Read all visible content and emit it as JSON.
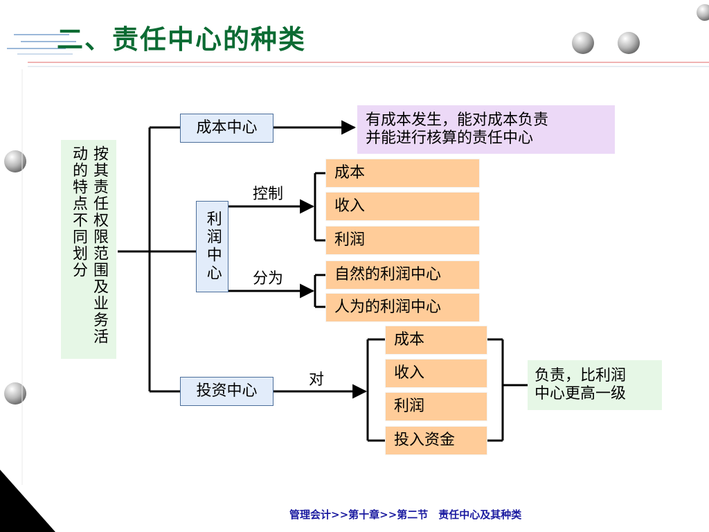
{
  "slide": {
    "title": "二、责任中心的种类",
    "footer": "管理会计>>第十章>>第二节　责任中心及其种类"
  },
  "diagram": {
    "root": "按其责任权限范围及业务活动的特点不同划分",
    "cost_center": {
      "label": "成本中心",
      "description_line1": "有成本发生，能对成本负责",
      "description_line2": "并能进行核算的责任中心"
    },
    "profit_center": {
      "label": "利润中心",
      "control_label": "控制",
      "control_items": [
        "成本",
        "收入",
        "利润"
      ],
      "split_label": "分为",
      "split_items": [
        "自然的利润中心",
        "人为的利润中心"
      ]
    },
    "investment_center": {
      "label": "投资中心",
      "to_label": "对",
      "items": [
        "成本",
        "收入",
        "利润",
        "投入资金"
      ],
      "note_line1": "负责，比利润",
      "note_line2": "中心更高一级"
    }
  },
  "colors": {
    "title": "#0b6b33",
    "footer": "#1a1aa0",
    "peach_box": "#ffcc99",
    "center_box": "#e2ecfa",
    "green_box": "#e6f7e6",
    "lavender_box": "#ecd9f7"
  },
  "icons": [
    "decorative-sphere-icon",
    "decorative-corner-triangle"
  ]
}
